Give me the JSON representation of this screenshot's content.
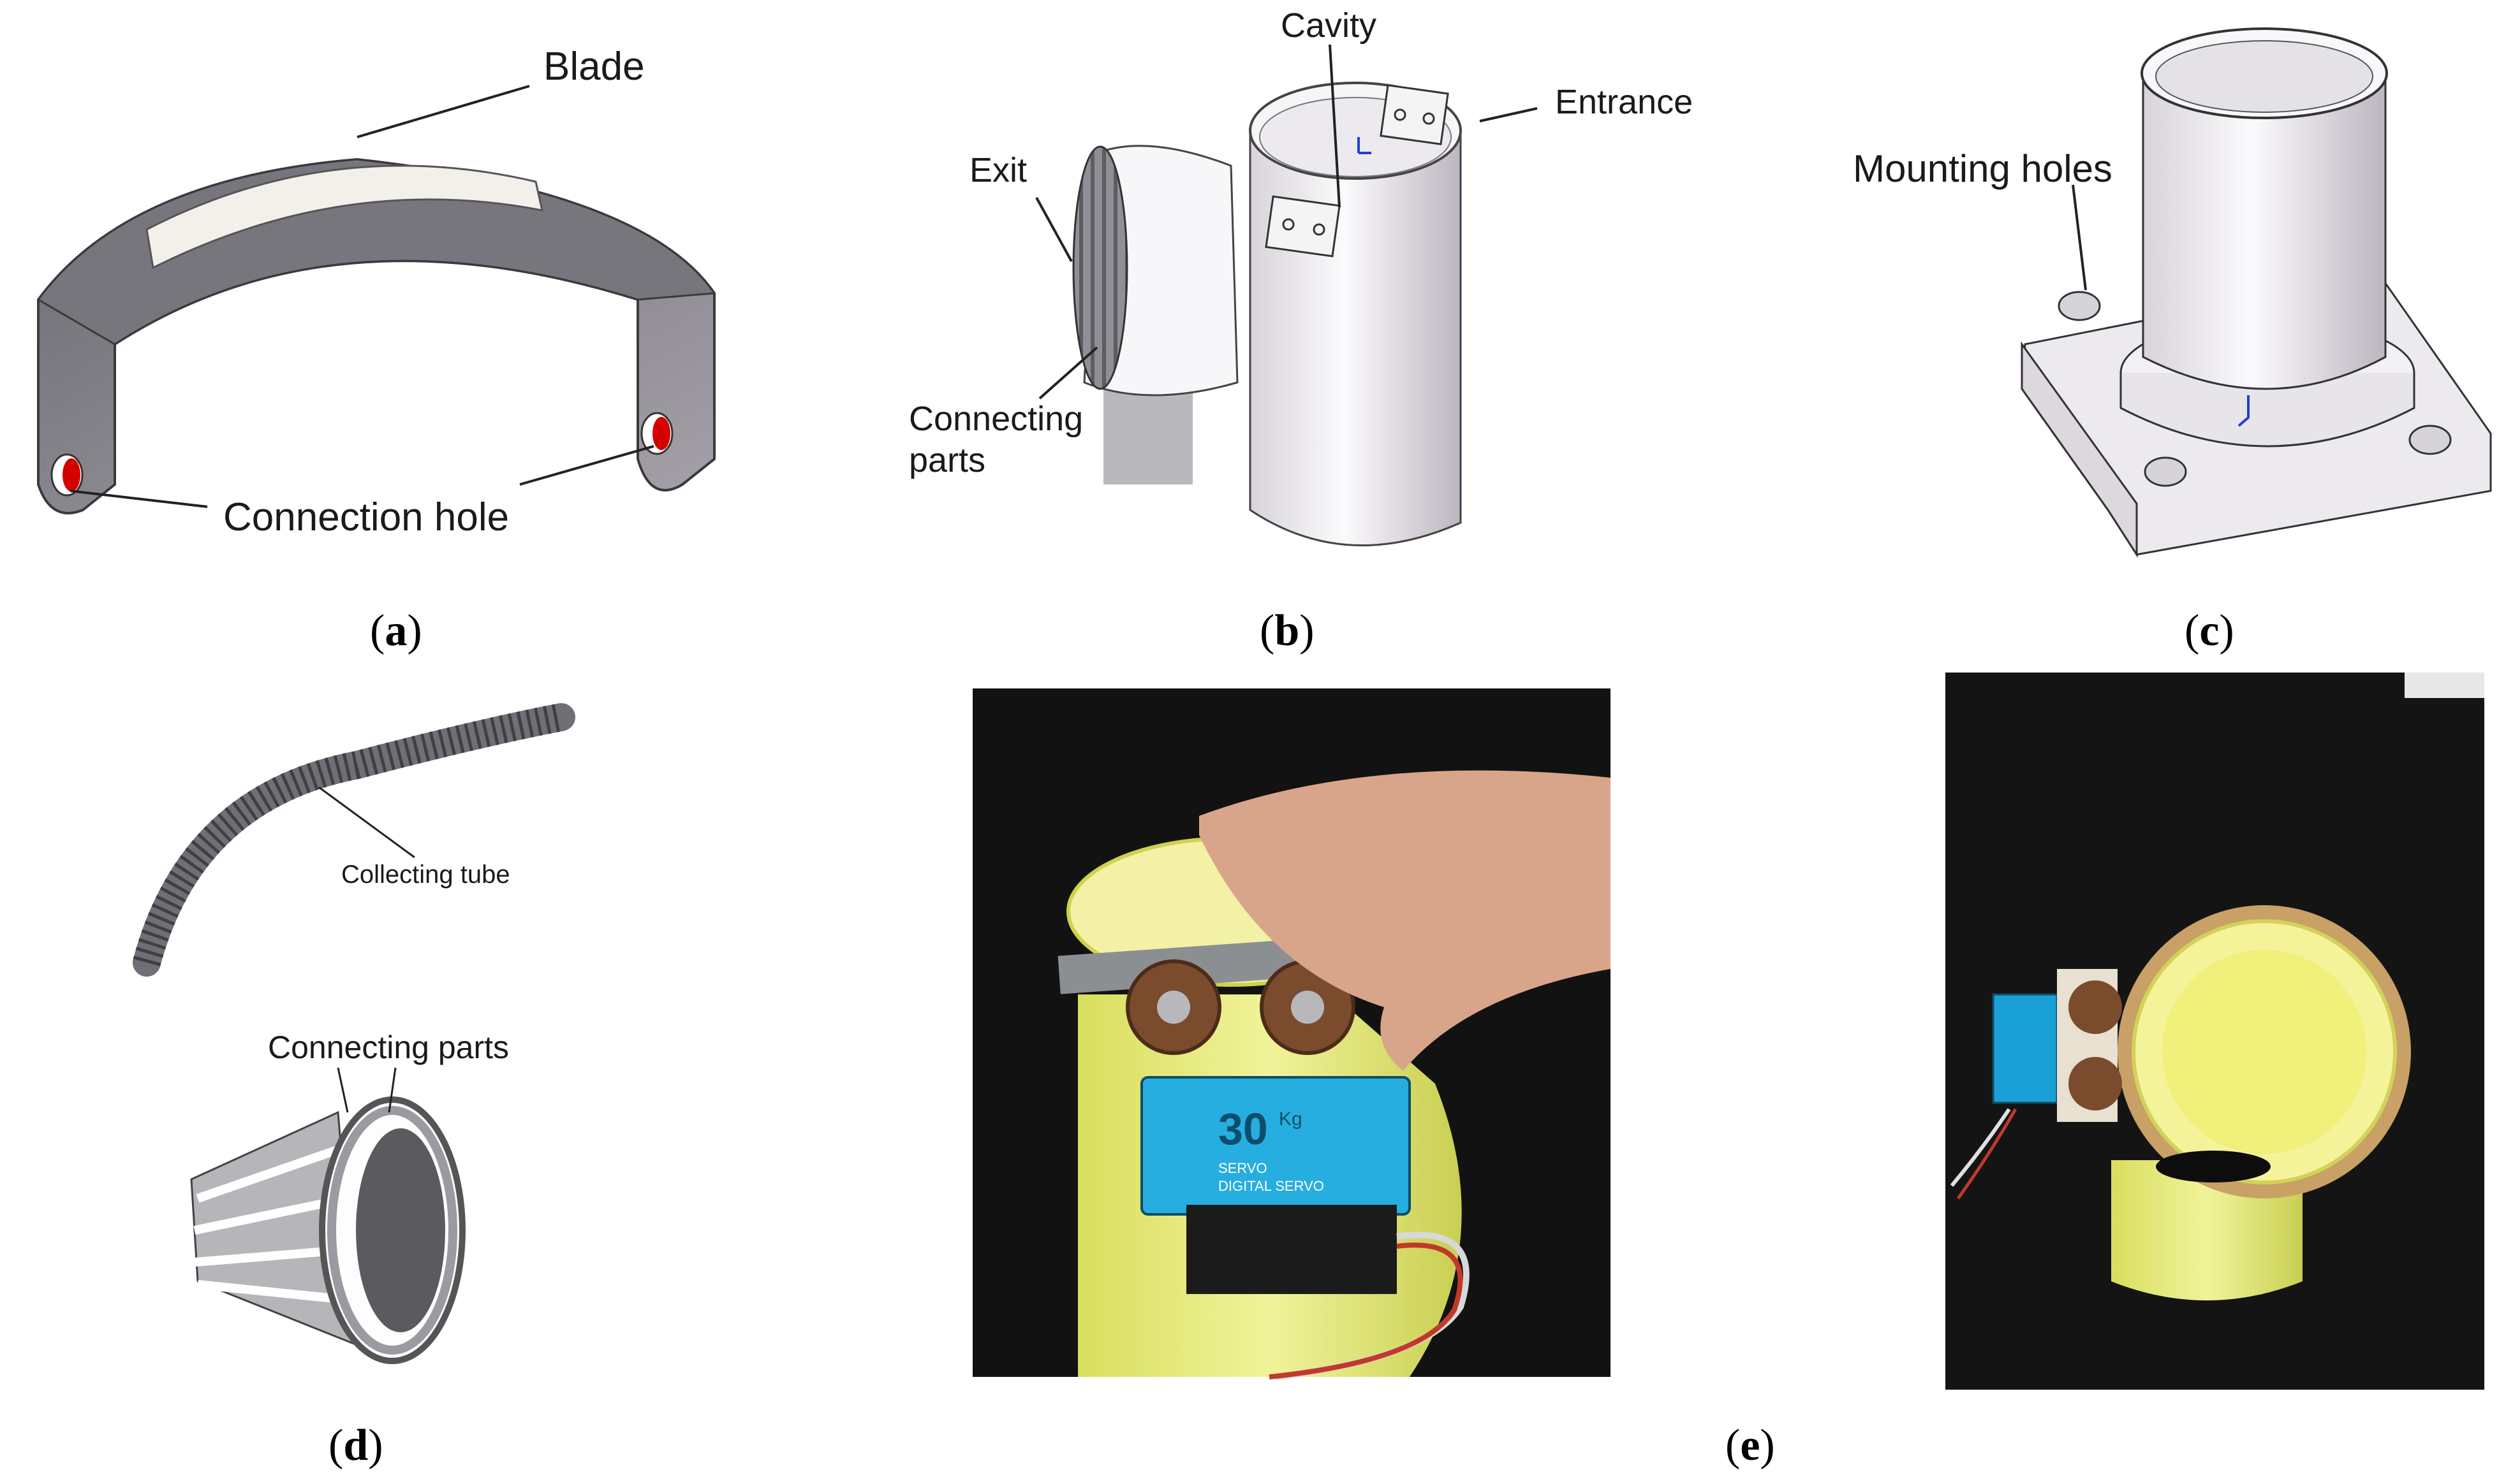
{
  "panel_a": {
    "blade": "Blade",
    "hole": "Connection hole",
    "caption_letter": "a"
  },
  "panel_b": {
    "cavity": "Cavity",
    "entrance": "Entrance",
    "exit": "Exit",
    "connecting_1": "Connecting",
    "connecting_2": "parts",
    "caption_letter": "b"
  },
  "panel_c": {
    "mounting": "Mounting holes",
    "caption_letter": "c"
  },
  "panel_d": {
    "tube": "Collecting tube",
    "parts": "Connecting parts",
    "caption_letter": "d"
  },
  "panel_e": {
    "caption_letter": "e",
    "servo_brand_1": "SERVO",
    "servo_brand_2": "DIGITAL SERVO",
    "servo_value": "30",
    "servo_unit": "Kg"
  },
  "colors": {
    "paper": "#ffffff",
    "cad_gray": "#8a8a8f",
    "cad_light": "#e8e6ea",
    "yellow_part": "#e8ec7a",
    "bench_black": "#141414",
    "servo_blue": "#24a9d9",
    "hole_red": "#d40000"
  }
}
